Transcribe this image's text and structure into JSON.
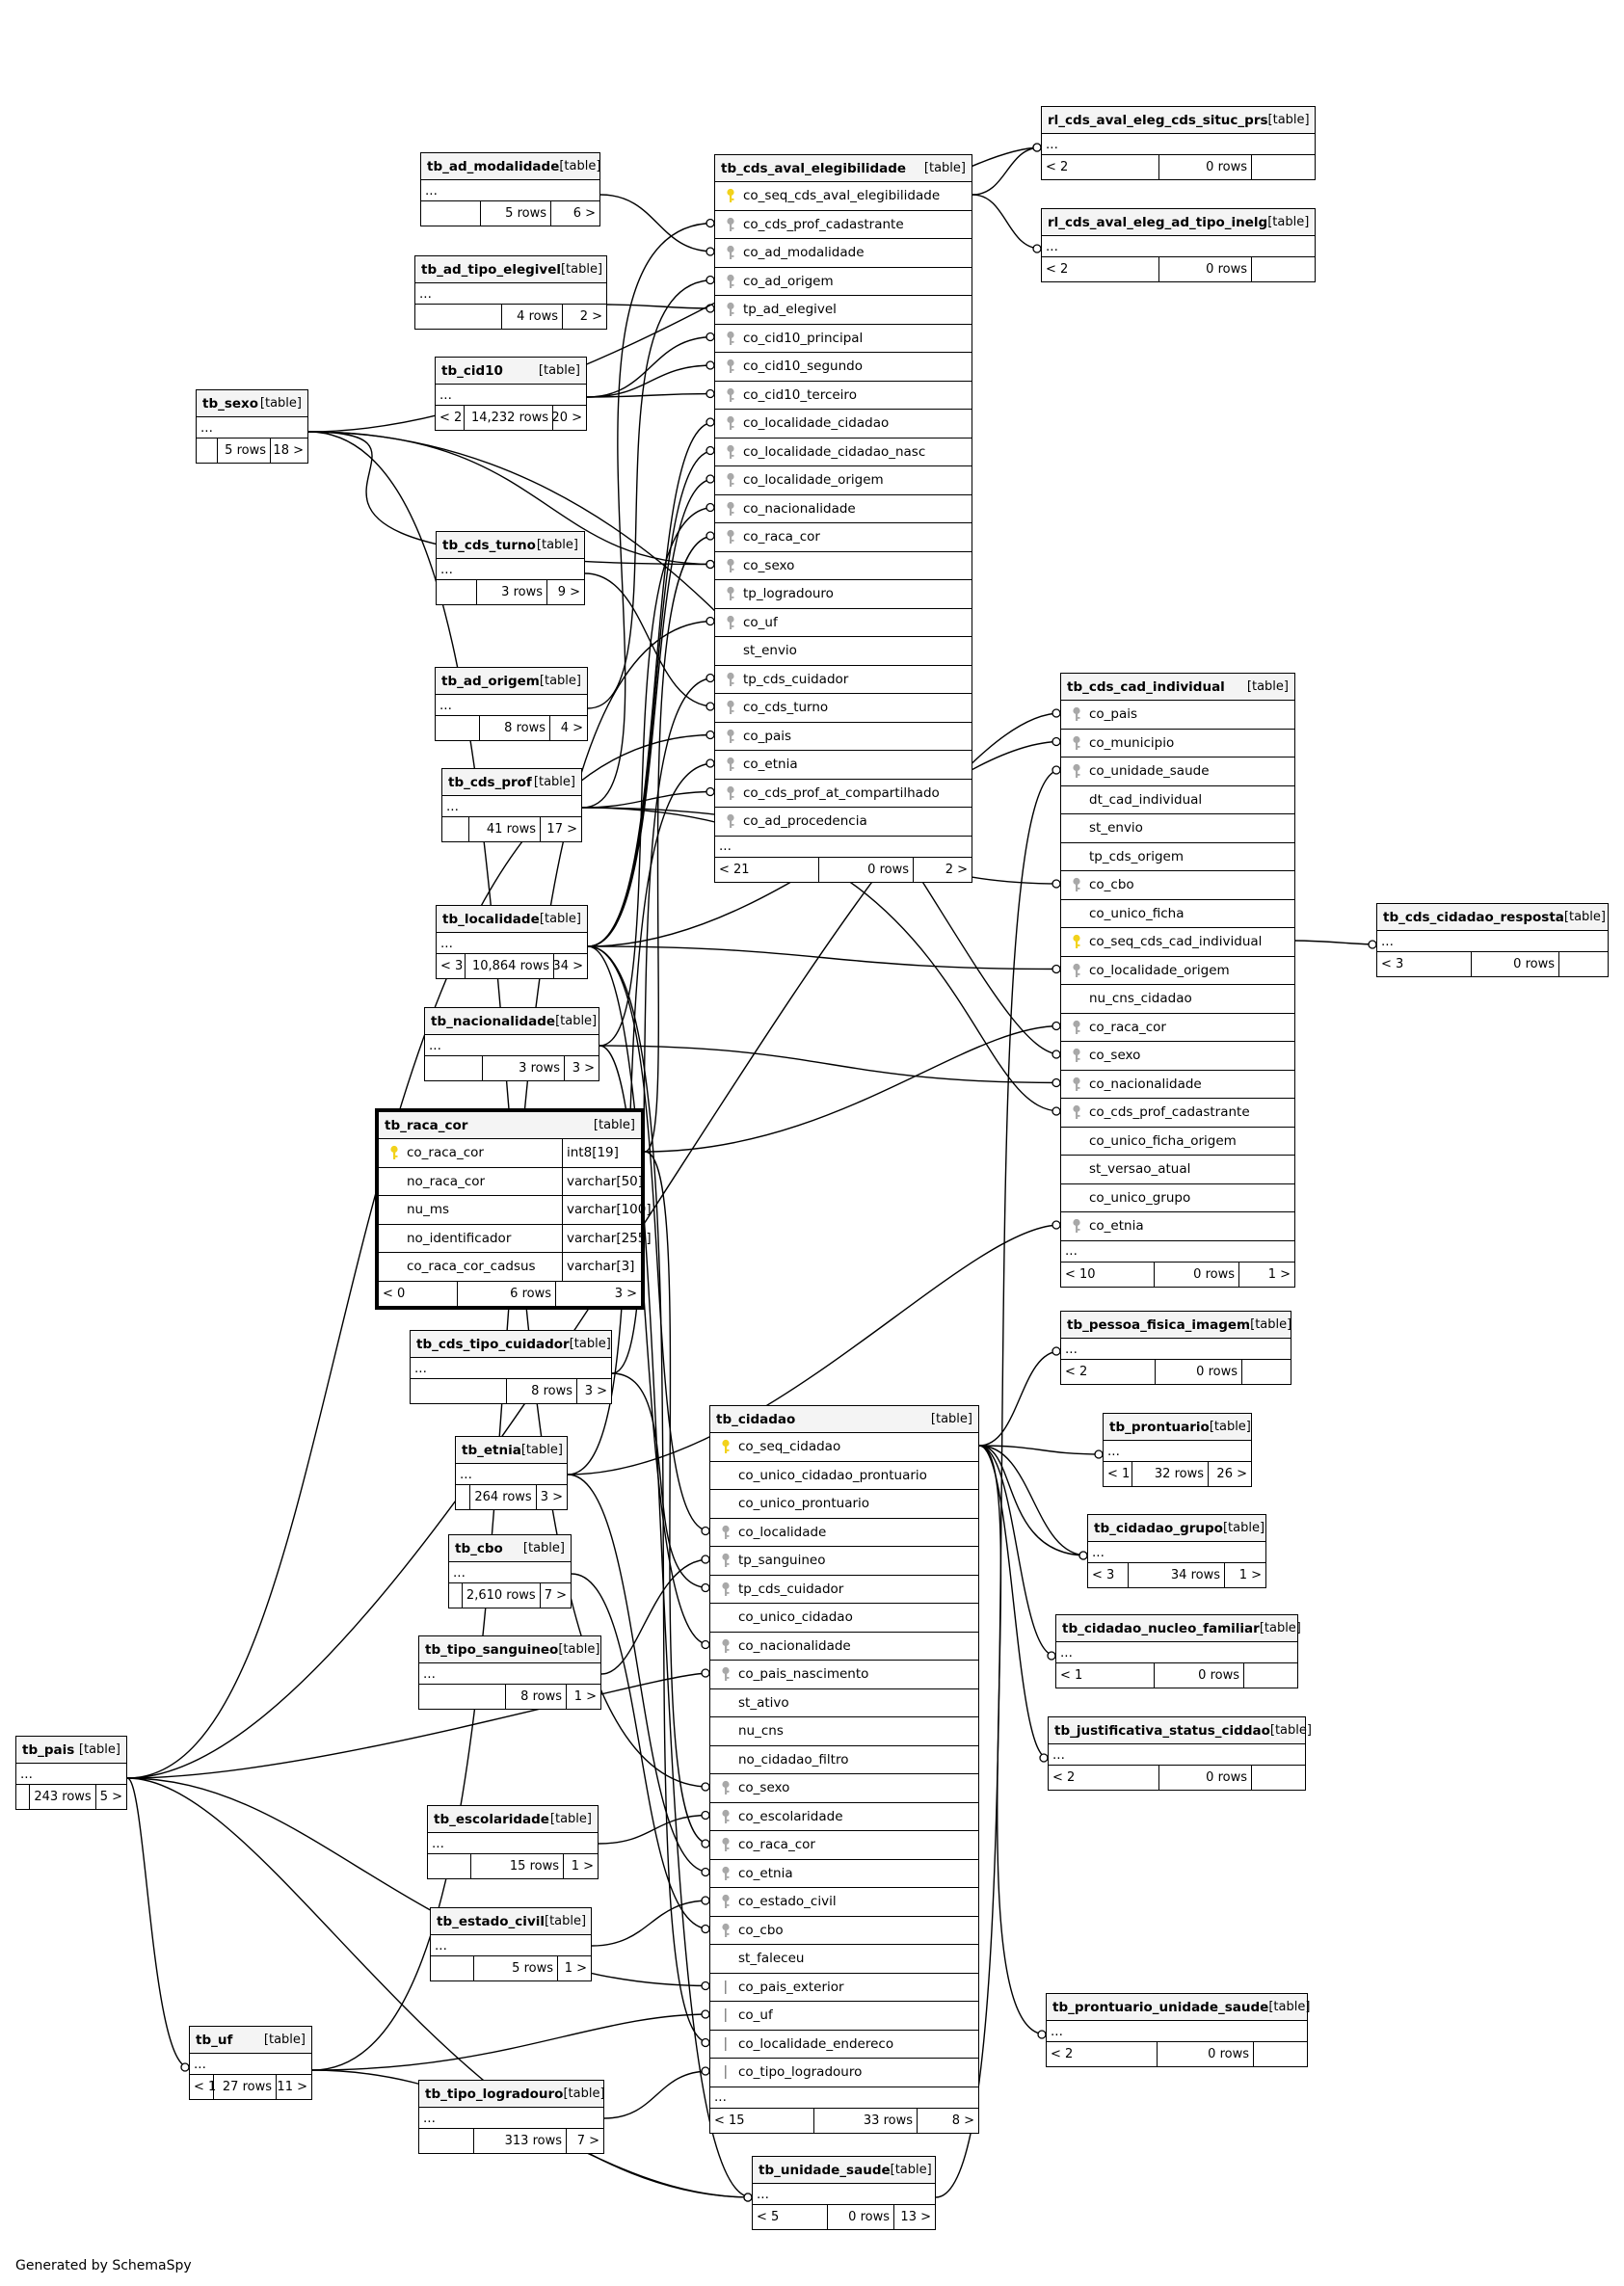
{
  "footer": "Generated by SchemaSpy",
  "table_tag": "[table]",
  "icon_colors": {
    "primary_key": "#f2d21b",
    "foreign_key": "#a8a8a8",
    "line": "#000000"
  },
  "tables": {
    "rl_cds_aval_eleg_cds_situc_prs": {
      "name": "rl_cds_aval_eleg_cds_situc_prs",
      "cols": [],
      "foot": [
        "< 2",
        "0 rows",
        ""
      ]
    },
    "rl_cds_aval_eleg_ad_tipo_inelg": {
      "name": "rl_cds_aval_eleg_ad_tipo_inelg",
      "cols": [],
      "foot": [
        "< 2",
        "0 rows",
        ""
      ]
    },
    "tb_ad_modalidade": {
      "name": "tb_ad_modalidade",
      "cols": [],
      "foot": [
        "",
        "5 rows",
        "6 >"
      ]
    },
    "tb_ad_tipo_elegivel": {
      "name": "tb_ad_tipo_elegivel",
      "cols": [],
      "foot": [
        "",
        "4 rows",
        "2 >"
      ]
    },
    "tb_cid10": {
      "name": "tb_cid10",
      "cols": [],
      "foot": [
        "< 2",
        "14,232 rows",
        "20 >"
      ]
    },
    "tb_sexo": {
      "name": "tb_sexo",
      "cols": [],
      "foot": [
        "",
        "5 rows",
        "18 >"
      ]
    },
    "tb_cds_turno": {
      "name": "tb_cds_turno",
      "cols": [],
      "foot": [
        "",
        "3 rows",
        "9 >"
      ]
    },
    "tb_ad_origem": {
      "name": "tb_ad_origem",
      "cols": [],
      "foot": [
        "",
        "8 rows",
        "4 >"
      ]
    },
    "tb_cds_prof": {
      "name": "tb_cds_prof",
      "cols": [],
      "foot": [
        "",
        "41 rows",
        "17 >"
      ]
    },
    "tb_localidade": {
      "name": "tb_localidade",
      "cols": [],
      "foot": [
        "< 3",
        "10,864 rows",
        "34 >"
      ]
    },
    "tb_nacionalidade": {
      "name": "tb_nacionalidade",
      "cols": [],
      "foot": [
        "",
        "3 rows",
        "3 >"
      ]
    },
    "tb_raca_cor": {
      "name": "tb_raca_cor",
      "cols": [
        {
          "n": "co_raca_cor",
          "t": "int8[19]",
          "k": "pk"
        },
        {
          "n": "no_raca_cor",
          "t": "varchar[50]",
          "k": ""
        },
        {
          "n": "nu_ms",
          "t": "varchar[100]",
          "k": ""
        },
        {
          "n": "no_identificador",
          "t": "varchar[255]",
          "k": ""
        },
        {
          "n": "co_raca_cor_cadsus",
          "t": "varchar[3]",
          "k": ""
        }
      ],
      "noell": true,
      "foot": [
        "< 0",
        "6 rows",
        "3 >"
      ]
    },
    "tb_cds_tipo_cuidador": {
      "name": "tb_cds_tipo_cuidador",
      "cols": [],
      "foot": [
        "",
        "8 rows",
        "3 >"
      ]
    },
    "tb_etnia": {
      "name": "tb_etnia",
      "cols": [],
      "foot": [
        "",
        "264 rows",
        "3 >"
      ]
    },
    "tb_cbo": {
      "name": "tb_cbo",
      "cols": [],
      "foot": [
        "",
        "2,610 rows",
        "7 >"
      ]
    },
    "tb_tipo_sanguineo": {
      "name": "tb_tipo_sanguineo",
      "cols": [],
      "foot": [
        "",
        "8 rows",
        "1 >"
      ]
    },
    "tb_pais": {
      "name": "tb_pais",
      "cols": [],
      "foot": [
        "",
        "243 rows",
        "5 >"
      ]
    },
    "tb_escolaridade": {
      "name": "tb_escolaridade",
      "cols": [],
      "foot": [
        "",
        "15 rows",
        "1 >"
      ]
    },
    "tb_estado_civil": {
      "name": "tb_estado_civil",
      "cols": [],
      "foot": [
        "",
        "5 rows",
        "1 >"
      ]
    },
    "tb_uf": {
      "name": "tb_uf",
      "cols": [],
      "foot": [
        "< 1",
        "27 rows",
        "11 >"
      ]
    },
    "tb_tipo_logradouro": {
      "name": "tb_tipo_logradouro",
      "cols": [],
      "foot": [
        "",
        "313 rows",
        "7 >"
      ]
    },
    "tb_cds_aval_elegibilidade": {
      "name": "tb_cds_aval_elegibilidade",
      "cols": [
        {
          "n": "co_seq_cds_aval_elegibilidade",
          "k": "pk"
        },
        {
          "n": "co_cds_prof_cadastrante",
          "k": "fk"
        },
        {
          "n": "co_ad_modalidade",
          "k": "fk"
        },
        {
          "n": "co_ad_origem",
          "k": "fk"
        },
        {
          "n": "tp_ad_elegivel",
          "k": "fk"
        },
        {
          "n": "co_cid10_principal",
          "k": "fk"
        },
        {
          "n": "co_cid10_segundo",
          "k": "fk"
        },
        {
          "n": "co_cid10_terceiro",
          "k": "fk"
        },
        {
          "n": "co_localidade_cidadao",
          "k": "fk"
        },
        {
          "n": "co_localidade_cidadao_nasc",
          "k": "fk"
        },
        {
          "n": "co_localidade_origem",
          "k": "fk"
        },
        {
          "n": "co_nacionalidade",
          "k": "fk"
        },
        {
          "n": "co_raca_cor",
          "k": "fk"
        },
        {
          "n": "co_sexo",
          "k": "fk"
        },
        {
          "n": "tp_logradouro",
          "k": "fk"
        },
        {
          "n": "co_uf",
          "k": "fk"
        },
        {
          "n": "st_envio",
          "k": ""
        },
        {
          "n": "tp_cds_cuidador",
          "k": "fk"
        },
        {
          "n": "co_cds_turno",
          "k": "fk"
        },
        {
          "n": "co_pais",
          "k": "fk"
        },
        {
          "n": "co_etnia",
          "k": "fk"
        },
        {
          "n": "co_cds_prof_at_compartilhado",
          "k": "fk"
        },
        {
          "n": "co_ad_procedencia",
          "k": "fk"
        }
      ],
      "foot": [
        "< 21",
        "0 rows",
        "2 >"
      ]
    },
    "tb_cds_cad_individual": {
      "name": "tb_cds_cad_individual",
      "cols": [
        {
          "n": "co_pais",
          "k": "fk"
        },
        {
          "n": "co_municipio",
          "k": "fk"
        },
        {
          "n": "co_unidade_saude",
          "k": "fk"
        },
        {
          "n": "dt_cad_individual",
          "k": ""
        },
        {
          "n": "st_envio",
          "k": ""
        },
        {
          "n": "tp_cds_origem",
          "k": ""
        },
        {
          "n": "co_cbo",
          "k": "fk"
        },
        {
          "n": "co_unico_ficha",
          "k": ""
        },
        {
          "n": "co_seq_cds_cad_individual",
          "k": "pk"
        },
        {
          "n": "co_localidade_origem",
          "k": "fk"
        },
        {
          "n": "nu_cns_cidadao",
          "k": ""
        },
        {
          "n": "co_raca_cor",
          "k": "fk"
        },
        {
          "n": "co_sexo",
          "k": "fk"
        },
        {
          "n": "co_nacionalidade",
          "k": "fk"
        },
        {
          "n": "co_cds_prof_cadastrante",
          "k": "fk"
        },
        {
          "n": "co_unico_ficha_origem",
          "k": ""
        },
        {
          "n": "st_versao_atual",
          "k": ""
        },
        {
          "n": "co_unico_grupo",
          "k": ""
        },
        {
          "n": "co_etnia",
          "k": "fk"
        }
      ],
      "foot": [
        "< 10",
        "0 rows",
        "1 >"
      ]
    },
    "tb_cds_cidadao_resposta": {
      "name": "tb_cds_cidadao_resposta",
      "cols": [],
      "foot": [
        "< 3",
        "0 rows",
        ""
      ]
    },
    "tb_pessoa_fisica_imagem": {
      "name": "tb_pessoa_fisica_imagem",
      "cols": [],
      "foot": [
        "< 2",
        "0 rows",
        ""
      ]
    },
    "tb_prontuario": {
      "name": "tb_prontuario",
      "cols": [],
      "foot": [
        "< 1",
        "32 rows",
        "26 >"
      ]
    },
    "tb_cidadao_grupo": {
      "name": "tb_cidadao_grupo",
      "cols": [],
      "foot": [
        "< 3",
        "34 rows",
        "1 >"
      ]
    },
    "tb_cidadao_nucleo_familiar": {
      "name": "tb_cidadao_nucleo_familiar",
      "cols": [],
      "foot": [
        "< 1",
        "0 rows",
        ""
      ]
    },
    "tb_justificativa_status_ciddao": {
      "name": "tb_justificativa_status_ciddao",
      "cols": [],
      "foot": [
        "< 2",
        "0 rows",
        ""
      ]
    },
    "tb_cidadao": {
      "name": "tb_cidadao",
      "cols": [
        {
          "n": "co_seq_cidadao",
          "k": "pk"
        },
        {
          "n": "co_unico_cidadao_prontuario",
          "k": ""
        },
        {
          "n": "co_unico_prontuario",
          "k": ""
        },
        {
          "n": "co_localidade",
          "k": "fk"
        },
        {
          "n": "tp_sanguineo",
          "k": "fk"
        },
        {
          "n": "tp_cds_cuidador",
          "k": "fk"
        },
        {
          "n": "co_unico_cidadao",
          "k": ""
        },
        {
          "n": "co_nacionalidade",
          "k": "fk"
        },
        {
          "n": "co_pais_nascimento",
          "k": "fk"
        },
        {
          "n": "st_ativo",
          "k": ""
        },
        {
          "n": "nu_cns",
          "k": ""
        },
        {
          "n": "no_cidadao_filtro",
          "k": ""
        },
        {
          "n": "co_sexo",
          "k": "fk"
        },
        {
          "n": "co_escolaridade",
          "k": "fk"
        },
        {
          "n": "co_raca_cor",
          "k": "fk"
        },
        {
          "n": "co_etnia",
          "k": "fk"
        },
        {
          "n": "co_estado_civil",
          "k": "fk"
        },
        {
          "n": "co_cbo",
          "k": "fk"
        },
        {
          "n": "st_faleceu",
          "k": ""
        },
        {
          "n": "co_pais_exterior",
          "k": "bar"
        },
        {
          "n": "co_uf",
          "k": "bar"
        },
        {
          "n": "co_localidade_endereco",
          "k": "bar"
        },
        {
          "n": "co_tipo_logradouro",
          "k": "bar"
        }
      ],
      "foot": [
        "< 15",
        "33 rows",
        "8 >"
      ]
    },
    "tb_prontuario_unidade_saude": {
      "name": "tb_prontuario_unidade_saude",
      "cols": [],
      "foot": [
        "< 2",
        "0 rows",
        ""
      ]
    },
    "tb_unidade_saude": {
      "name": "tb_unidade_saude",
      "cols": [],
      "foot": [
        "< 5",
        "0 rows",
        "13 >"
      ]
    }
  }
}
